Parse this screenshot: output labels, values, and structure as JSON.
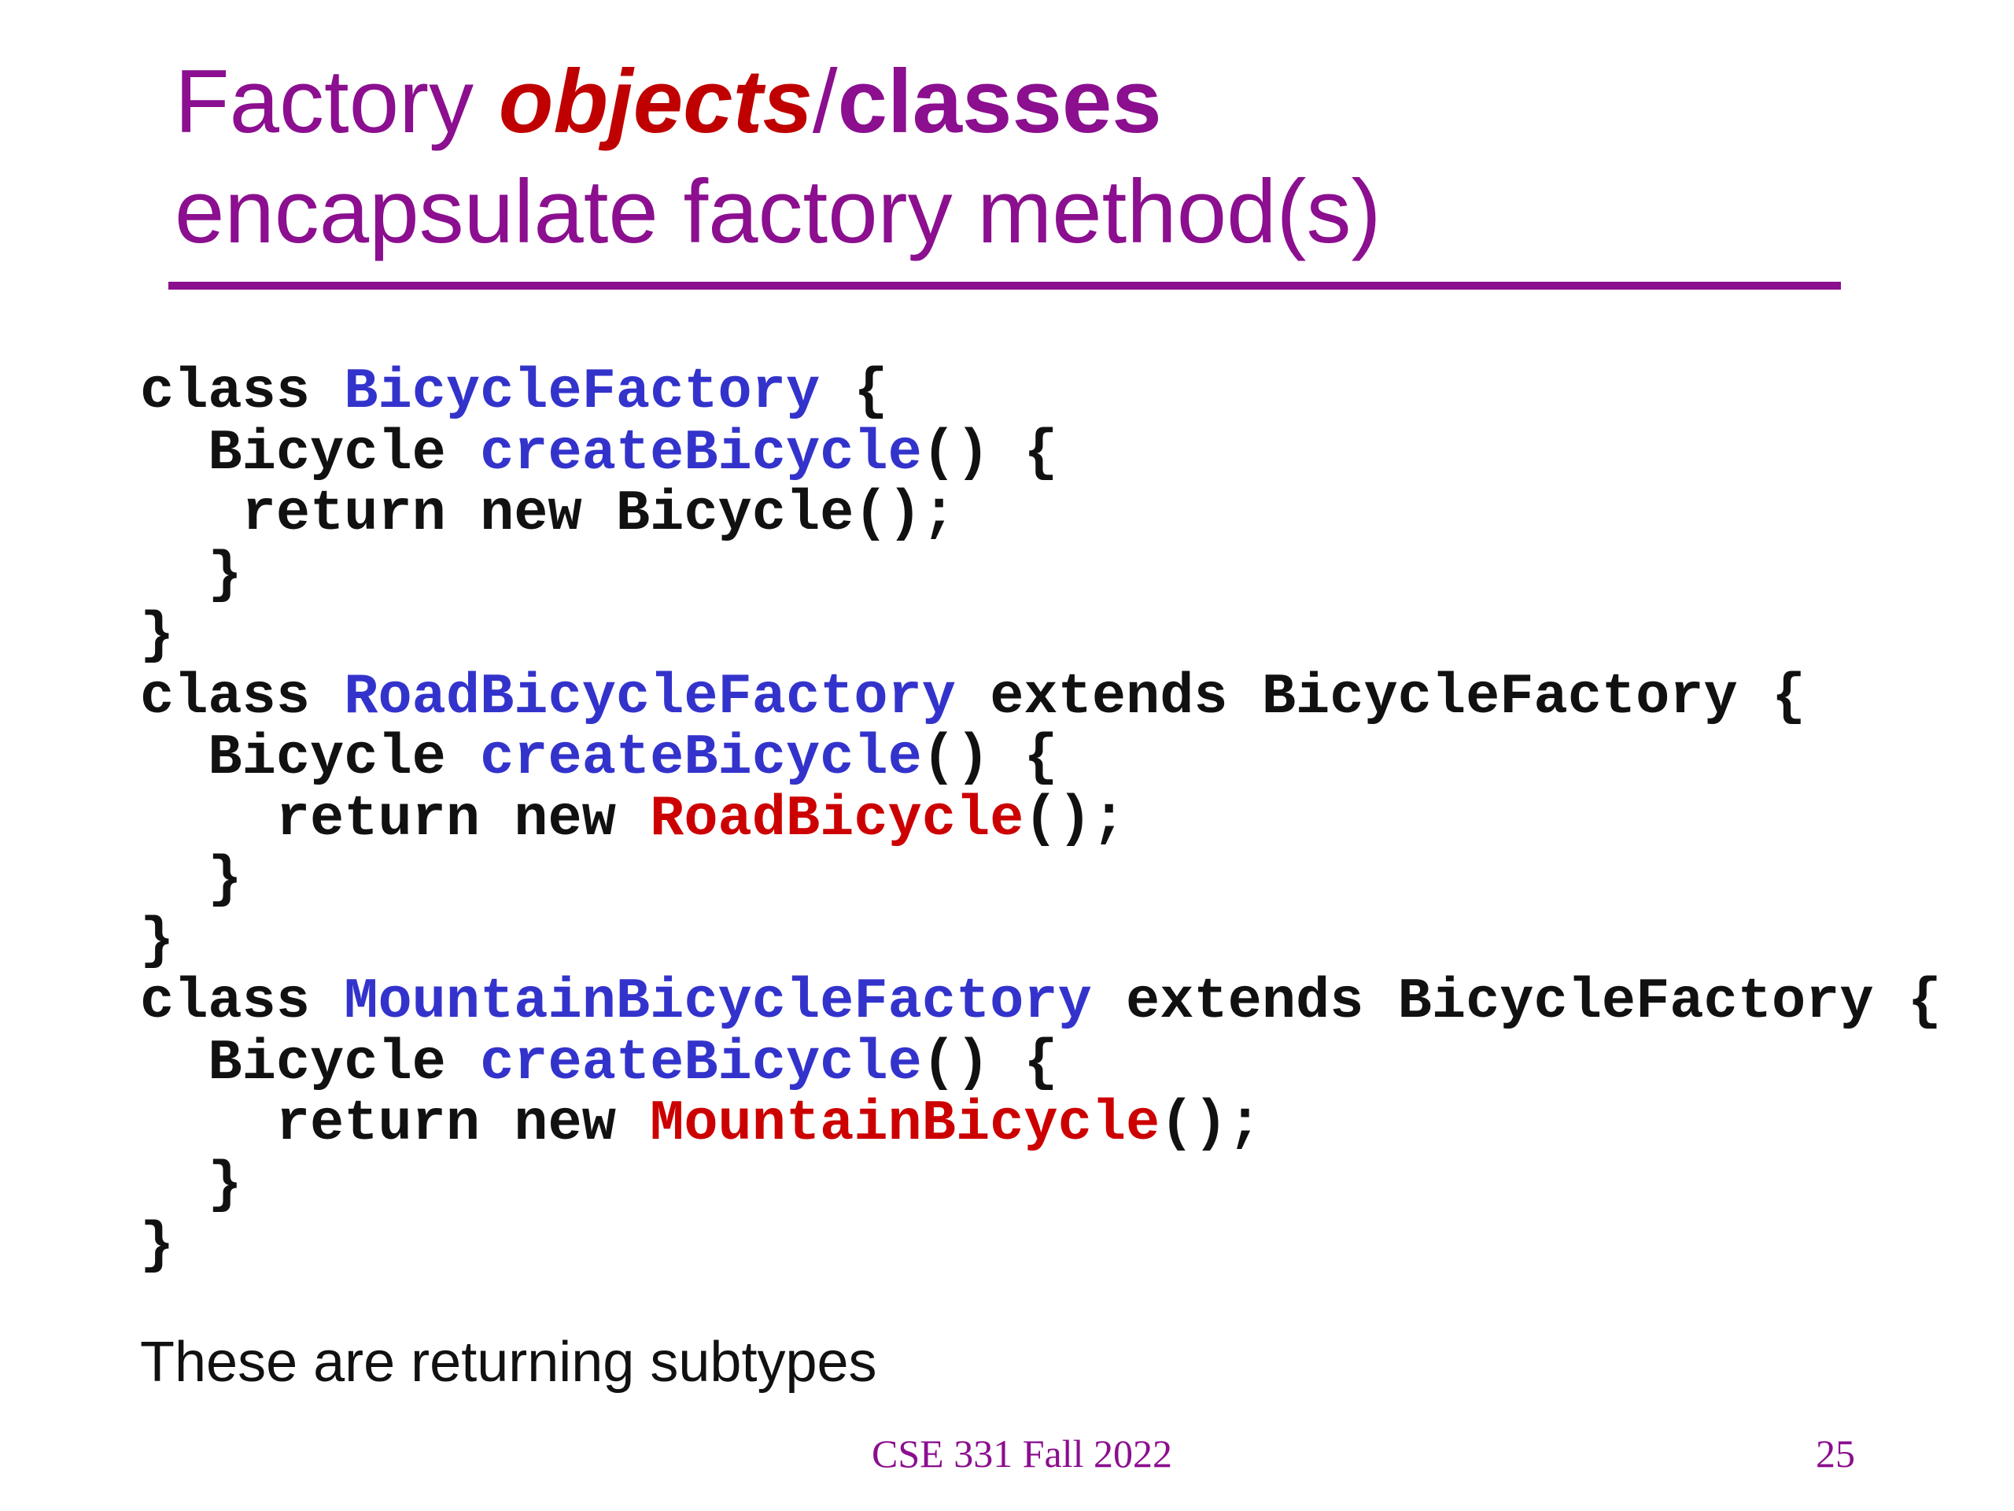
{
  "slide": {
    "title": {
      "line1": {
        "plain": "Factory ",
        "emphasis": "objects",
        "slash": "/",
        "bold": "classes"
      },
      "line2": "encapsulate factory method(s)"
    },
    "code": {
      "lines": [
        {
          "indent": "",
          "parts": [
            {
              "text": "class ",
              "style": "kw"
            },
            {
              "text": "BicycleFactory",
              "style": "blue"
            },
            {
              "text": " {",
              "style": "kw"
            }
          ]
        },
        {
          "indent": "  ",
          "parts": [
            {
              "text": "Bicycle ",
              "style": "kw"
            },
            {
              "text": "createBicycle",
              "style": "blue"
            },
            {
              "text": "() {",
              "style": "kw"
            }
          ]
        },
        {
          "indent": "   ",
          "parts": [
            {
              "text": "return new Bicycle();",
              "style": "kw"
            }
          ]
        },
        {
          "indent": "  ",
          "parts": [
            {
              "text": "}",
              "style": "kw"
            }
          ]
        },
        {
          "indent": "",
          "parts": [
            {
              "text": "}",
              "style": "kw"
            }
          ]
        },
        {
          "indent": "",
          "parts": [
            {
              "text": "class ",
              "style": "kw"
            },
            {
              "text": "RoadBicycleFactory",
              "style": "blue"
            },
            {
              "text": " extends BicycleFactory {",
              "style": "kw"
            }
          ]
        },
        {
          "indent": "  ",
          "parts": [
            {
              "text": "Bicycle ",
              "style": "kw"
            },
            {
              "text": "createBicycle",
              "style": "blue"
            },
            {
              "text": "() {",
              "style": "kw"
            }
          ]
        },
        {
          "indent": "    ",
          "parts": [
            {
              "text": "return new ",
              "style": "kw"
            },
            {
              "text": "RoadBicycle",
              "style": "red"
            },
            {
              "text": "();",
              "style": "kw"
            }
          ]
        },
        {
          "indent": "  ",
          "parts": [
            {
              "text": "}",
              "style": "kw"
            }
          ]
        },
        {
          "indent": "",
          "parts": [
            {
              "text": "}",
              "style": "kw"
            }
          ]
        },
        {
          "indent": "",
          "parts": [
            {
              "text": "class ",
              "style": "kw"
            },
            {
              "text": "MountainBicycleFactory",
              "style": "blue"
            },
            {
              "text": " extends BicycleFactory {",
              "style": "kw"
            }
          ]
        },
        {
          "indent": "  ",
          "parts": [
            {
              "text": "Bicycle ",
              "style": "kw"
            },
            {
              "text": "createBicycle",
              "style": "blue"
            },
            {
              "text": "() {",
              "style": "kw"
            }
          ]
        },
        {
          "indent": "    ",
          "parts": [
            {
              "text": "return new ",
              "style": "kw"
            },
            {
              "text": "MountainBicycle",
              "style": "red"
            },
            {
              "text": "();",
              "style": "kw"
            }
          ]
        },
        {
          "indent": "  ",
          "parts": [
            {
              "text": "}",
              "style": "kw"
            }
          ]
        },
        {
          "indent": "",
          "parts": [
            {
              "text": "}",
              "style": "kw"
            }
          ]
        }
      ]
    },
    "note": "These are returning subtypes",
    "footer": {
      "course": "CSE 331 Fall 2022",
      "page_number": "25"
    }
  },
  "colors": {
    "title": "#8b0f8f",
    "emphasis": "#c00000",
    "code_text": "#111111",
    "code_identifier": "#3333cc",
    "code_subtype": "#cc0000",
    "footer": "#8b0f8f"
  }
}
